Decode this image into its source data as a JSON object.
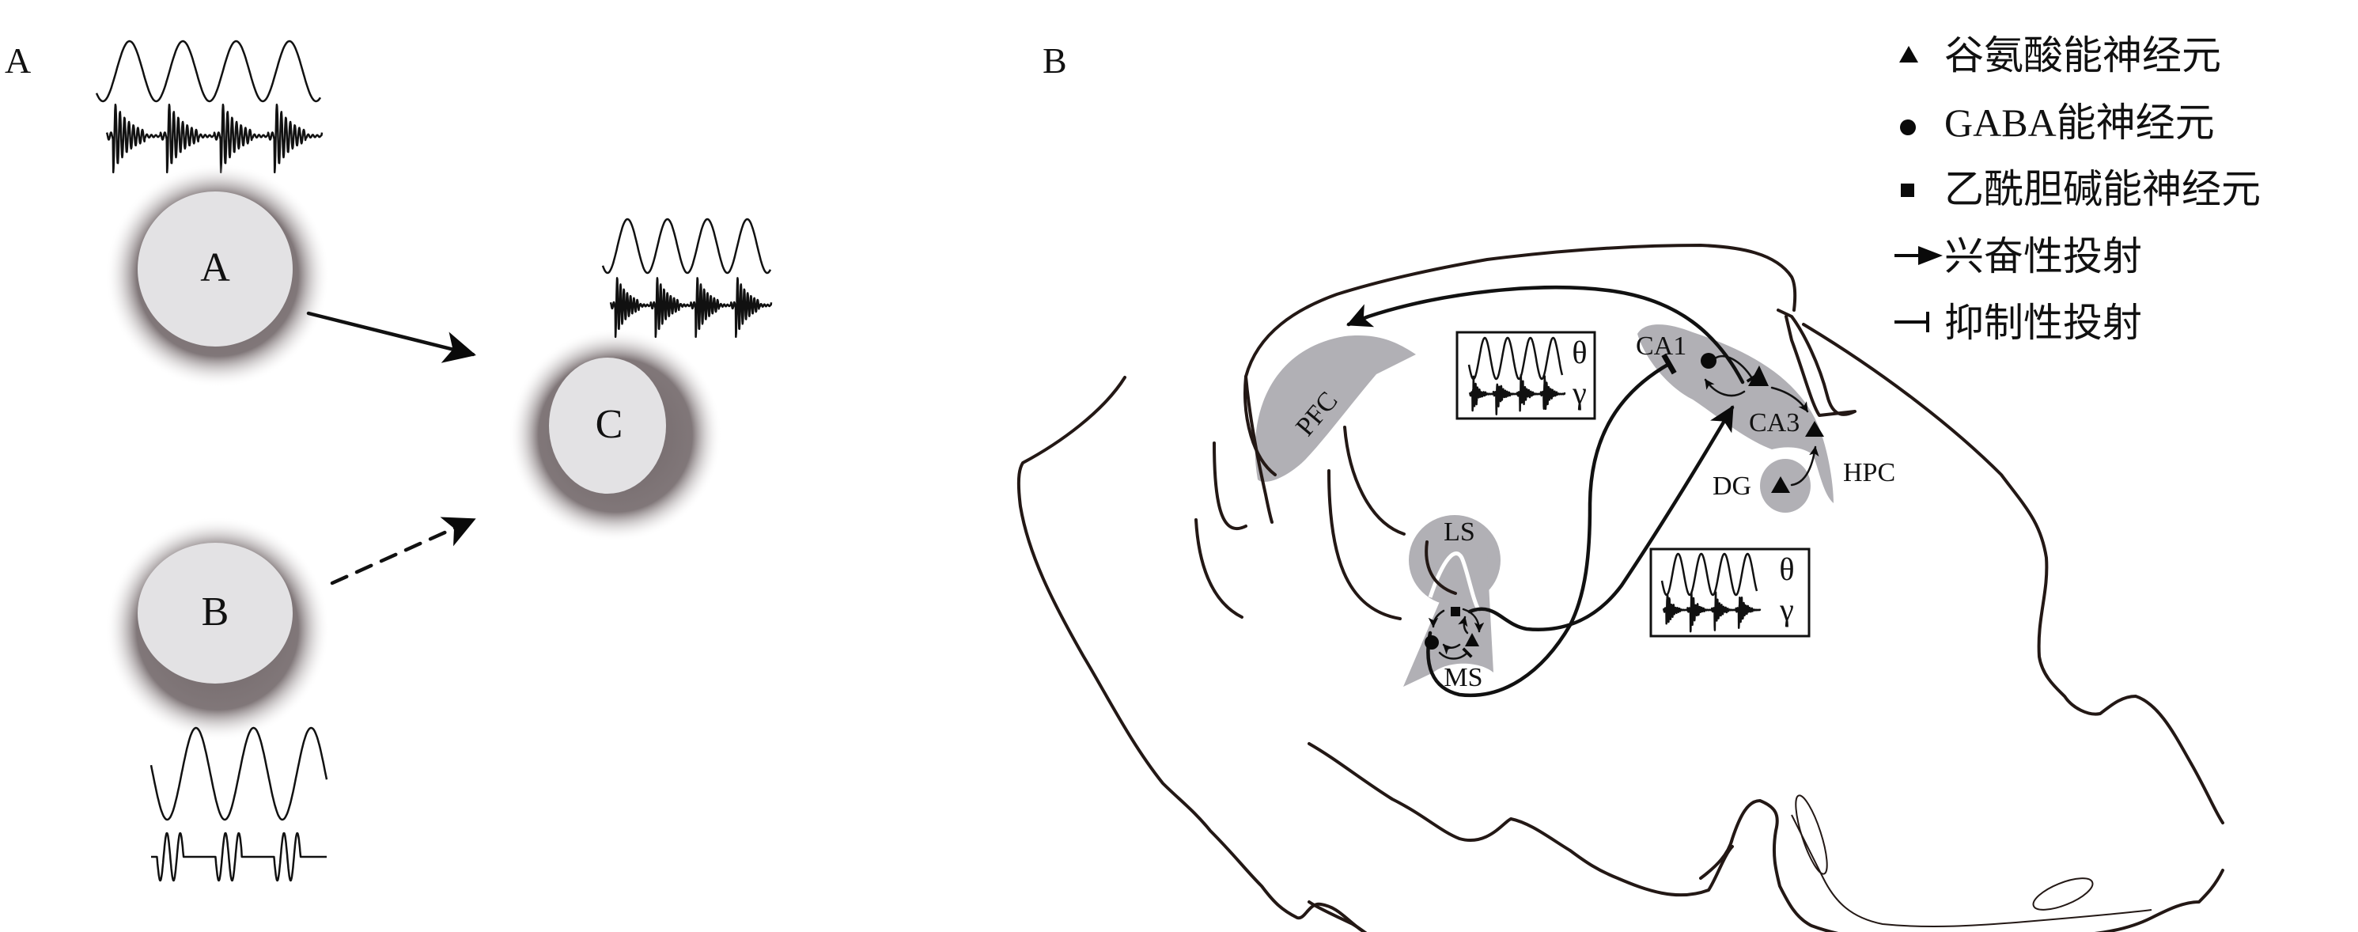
{
  "panels": {
    "a_label": "A",
    "b_label": "B"
  },
  "panel_a": {
    "nodes": [
      {
        "id": "A",
        "label": "A"
      },
      {
        "id": "B",
        "label": "B"
      },
      {
        "id": "C",
        "label": "C"
      }
    ],
    "connections": [
      {
        "from": "A",
        "to": "C",
        "style": "solid"
      },
      {
        "from": "B",
        "to": "C",
        "style": "dashed"
      }
    ],
    "node_fill": "#e3e2e4",
    "shadow_color": "#6e6466"
  },
  "panel_b": {
    "regions": {
      "pfc": "PFC",
      "ls": "LS",
      "ms": "MS",
      "ca1": "CA1",
      "ca3": "CA3",
      "dg": "DG",
      "hpc": "HPC"
    },
    "oscillation_boxes": [
      {
        "theta": "θ",
        "gamma": "γ"
      },
      {
        "theta": "θ",
        "gamma": "γ"
      }
    ],
    "region_color": "#b1b0b5"
  },
  "legend": {
    "items": [
      {
        "icon": "triangle-icon",
        "symbol": "▲",
        "label": "谷氨酸能神经元"
      },
      {
        "icon": "circle-icon",
        "symbol": "●",
        "label": "GABA能神经元"
      },
      {
        "icon": "square-icon",
        "symbol": "■",
        "label": "乙酰胆碱能神经元"
      },
      {
        "icon": "arrow-icon",
        "symbol": "→",
        "label": "兴奋性投射"
      },
      {
        "icon": "inhibit-icon",
        "symbol": "⊣",
        "label": "抑制性投射"
      }
    ]
  }
}
